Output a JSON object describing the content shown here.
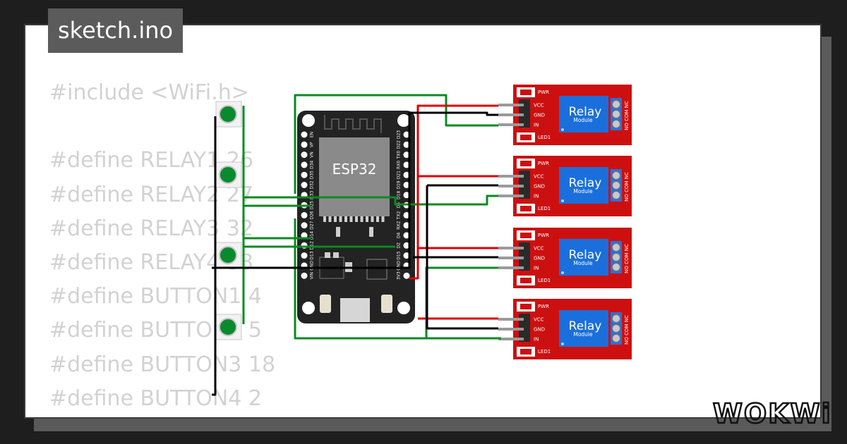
{
  "tab": {
    "filename": "sketch.ino"
  },
  "code_lines": [
    "#include <WiFi.h>",
    "",
    "#define RELAY1 26",
    "#define RELAY2 27",
    "#define RELAY3 32",
    "#define RELAY4 33",
    "#define BUTTON1 4",
    "#define BUTTON2 5",
    "#define BUTTON3 18",
    "#define BUTTON4 2"
  ],
  "esp32": {
    "label": "ESP32",
    "left_pins": [
      "EN",
      "VP",
      "VN",
      "D34",
      "D35",
      "D32",
      "D33",
      "D25",
      "D26",
      "D27",
      "D14",
      "D12",
      "D13",
      "GND",
      "VIN"
    ],
    "right_pins": [
      "D23",
      "D22",
      "TX0",
      "RX0",
      "D21",
      "D19",
      "D18",
      "D5",
      "TX2",
      "RX2",
      "D4",
      "D2",
      "D15",
      "GND",
      "3V3"
    ]
  },
  "relay_modules": [
    {
      "title": "Relay",
      "subtitle": "Module",
      "pins": [
        "VCC",
        "GND",
        "IN"
      ],
      "pwr": "PWR",
      "led": "LED1",
      "terminals": [
        "NO",
        "COM",
        "NC"
      ]
    },
    {
      "title": "Relay",
      "subtitle": "Module",
      "pins": [
        "VCC",
        "GND",
        "IN"
      ],
      "pwr": "PWR",
      "led": "LED1",
      "terminals": [
        "NO",
        "COM",
        "NC"
      ]
    },
    {
      "title": "Relay",
      "subtitle": "Module",
      "pins": [
        "VCC",
        "GND",
        "IN"
      ],
      "pwr": "PWR",
      "led": "LED1",
      "terminals": [
        "NO",
        "COM",
        "NC"
      ]
    },
    {
      "title": "Relay",
      "subtitle": "Module",
      "pins": [
        "VCC",
        "GND",
        "IN"
      ],
      "pwr": "PWR",
      "led": "LED1",
      "terminals": [
        "NO",
        "COM",
        "NC"
      ]
    }
  ],
  "buttons": [
    {
      "color": "#0a8a2e"
    },
    {
      "color": "#0a8a2e"
    },
    {
      "color": "#0a8a2e"
    },
    {
      "color": "#0a8a2e"
    }
  ],
  "wire_colors": {
    "signal": "#0a8a22",
    "power": "#e00000",
    "ground": "#000000"
  },
  "brand": {
    "logo_text": "WOKWi"
  }
}
